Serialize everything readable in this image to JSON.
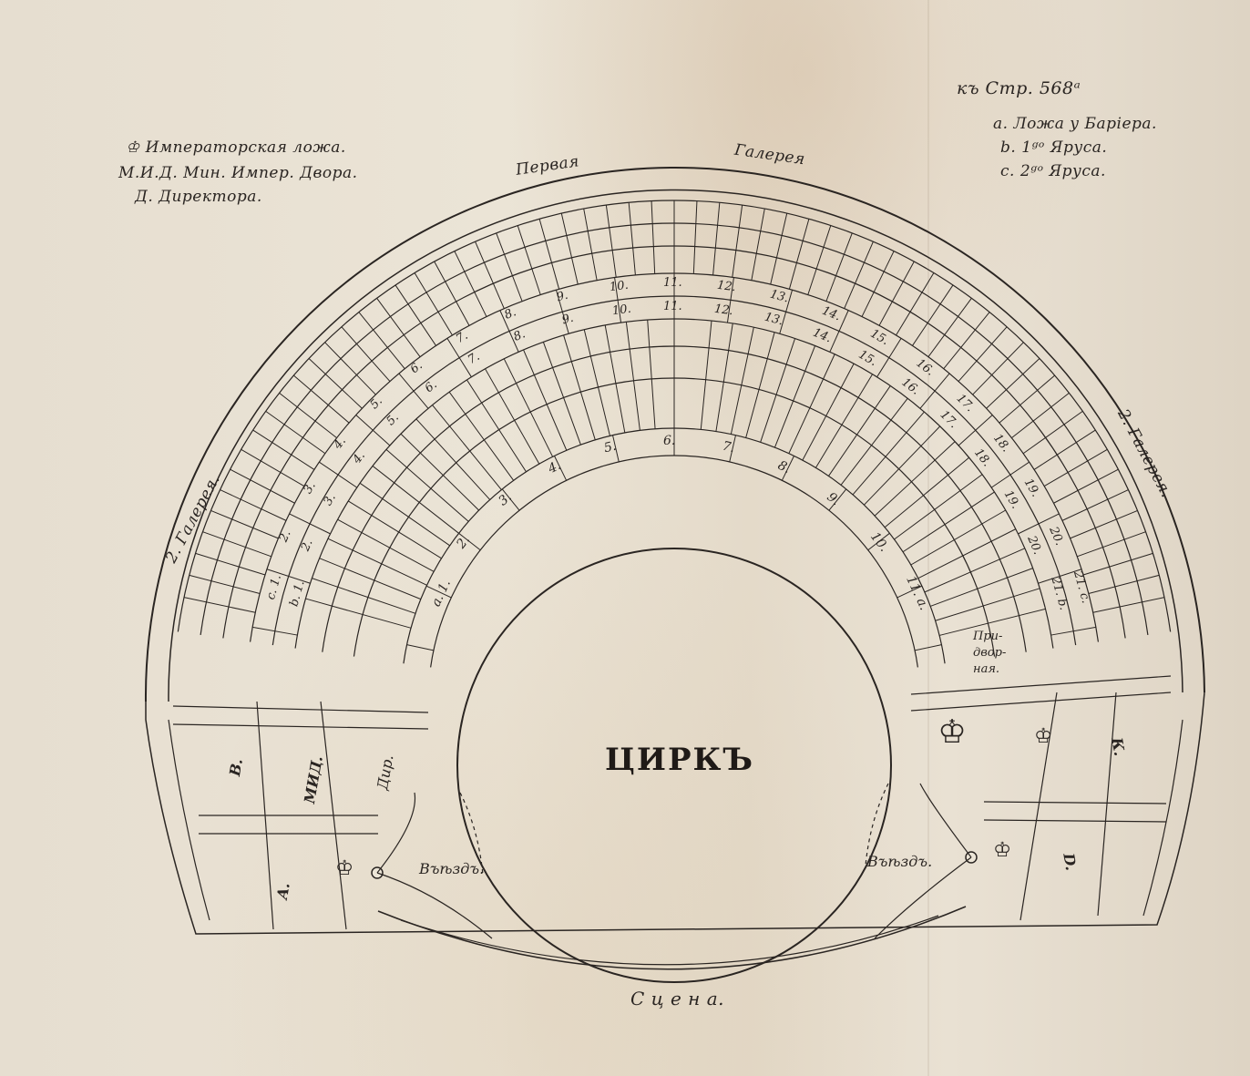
{
  "header": {
    "page_ref": "къ Стр. 568ᵃ"
  },
  "legend_left": [
    "Императорская ложа.",
    "М.И.Д. Мин. Импер. Двора.",
    "Д. Директора."
  ],
  "legend_right": [
    "а. Ложа у Барiера.",
    "b. 1ᵍᵒ Яруса.",
    "c. 2ᵍᵒ Яруса."
  ],
  "plan": {
    "title": "ЦИРКЪ",
    "stage": "С ц е н а.",
    "entrance_left": "Въѣздъ.",
    "entrance_right": "Въѣздъ.",
    "gallery_top_1": "Первая",
    "gallery_top_2": "Галерея",
    "gallery_left": "2. Галерея.",
    "gallery_right": "2. Галерея.",
    "box_a": "A.",
    "box_b": "B.",
    "box_mid": "МИД.",
    "box_dir": "Дир.",
    "box_k": "К.",
    "box_d": "D.",
    "court_box": "При-двор-ная.",
    "barrier_boxes": [
      "a. 1.",
      "2.",
      "3.",
      "4.",
      "5.",
      "6.",
      "7.",
      "8.",
      "9.",
      "10.",
      "11. a."
    ],
    "tier1_boxes": [
      "b. 1.",
      "2.",
      "3.",
      "4.",
      "5.",
      "6.",
      "7.",
      "8.",
      "9.",
      "10.",
      "11.",
      "12.",
      "13.",
      "14.",
      "15.",
      "16.",
      "17.",
      "18.",
      "19.",
      "20.",
      "21. b."
    ],
    "tier2_boxes": [
      "c. 1.",
      "2.",
      "3.",
      "4.",
      "5.",
      "6.",
      "7.",
      "8.",
      "9.",
      "10.",
      "11.",
      "12.",
      "13.",
      "14.",
      "15.",
      "16.",
      "17.",
      "18.",
      "19.",
      "20.",
      "21. c."
    ]
  },
  "colors": {
    "paper": "#e8e0d0",
    "ink": "#2a2522"
  }
}
